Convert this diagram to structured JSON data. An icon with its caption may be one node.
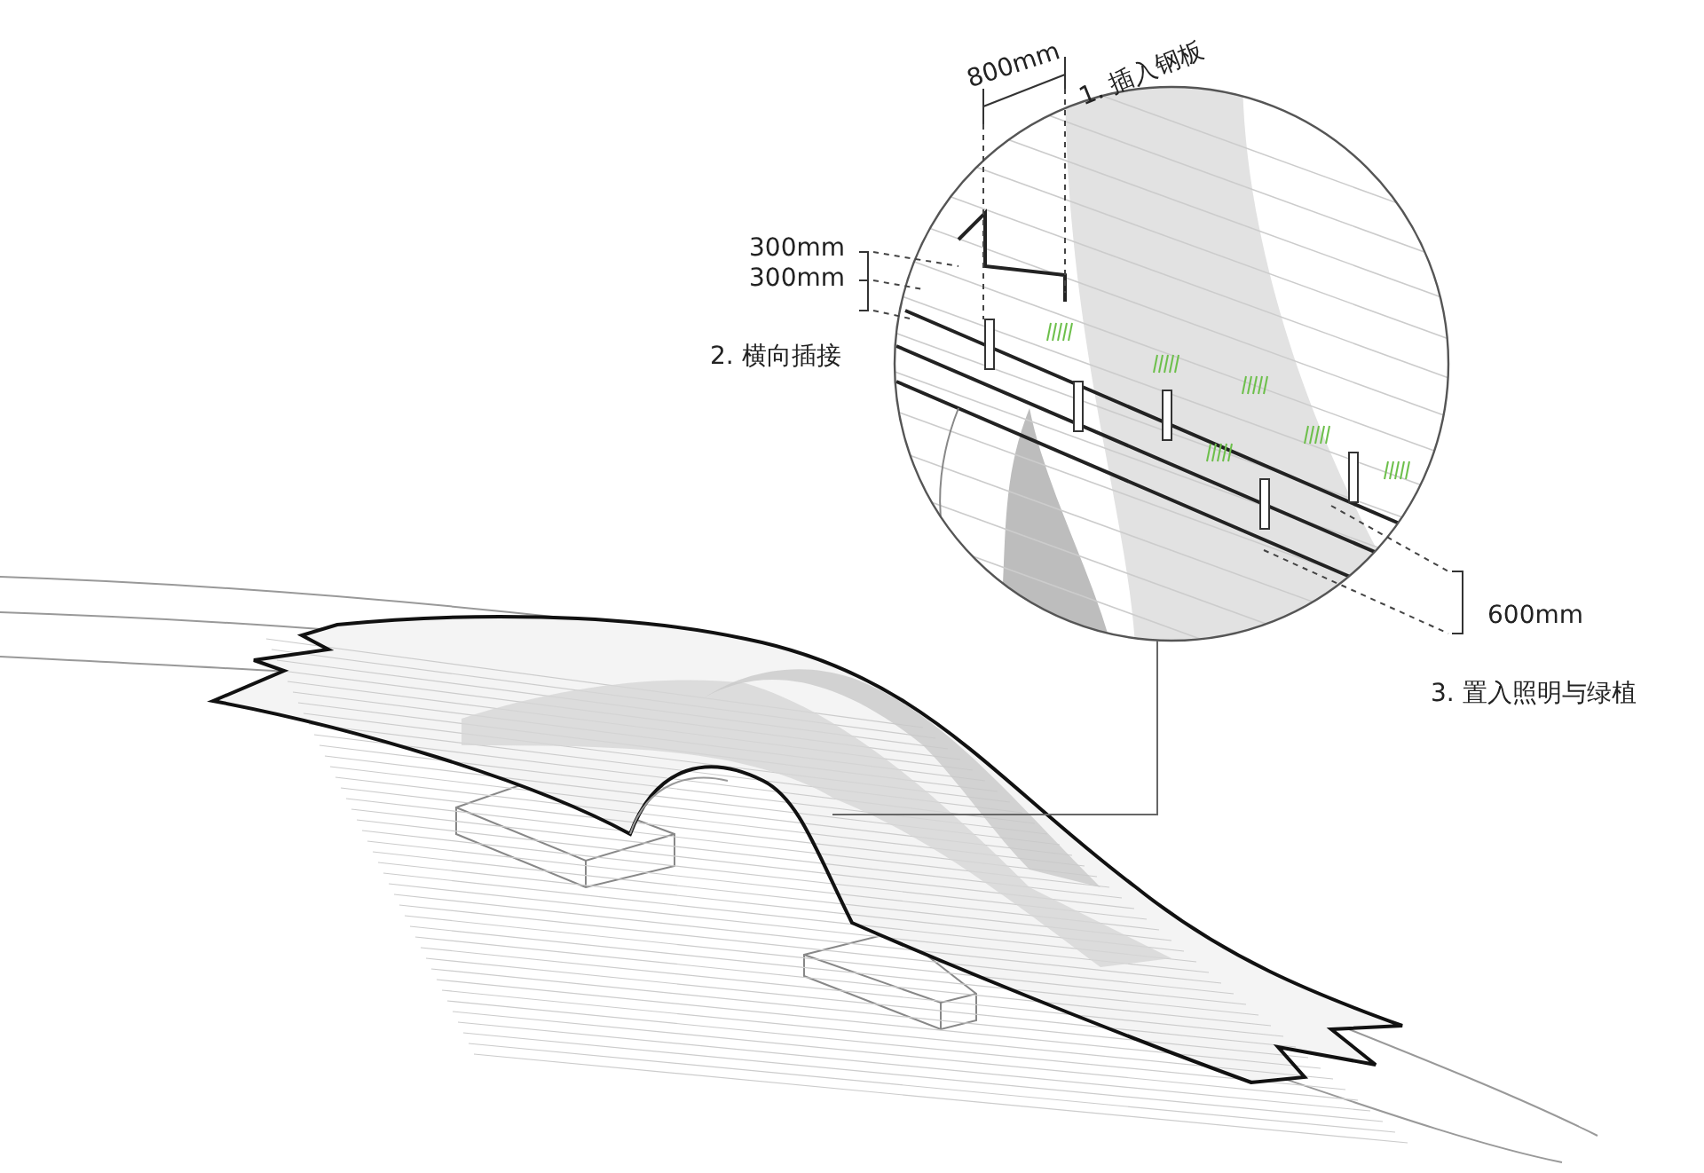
{
  "diagram": {
    "nodes": [
      {
        "text": [],
        "shape": "picture"
      },
      {
        "text": [],
        "shape": "picture"
      }
    ],
    "edges": [
      {
        "from": 0,
        "to": 1,
        "arrow": "none"
      }
    ],
    "labels": [
      "800mm",
      "1. 插入钢板",
      "300mm",
      "300mm",
      "2. 横向插接",
      "600mm",
      "3. 置入照明与绿植"
    ]
  }
}
